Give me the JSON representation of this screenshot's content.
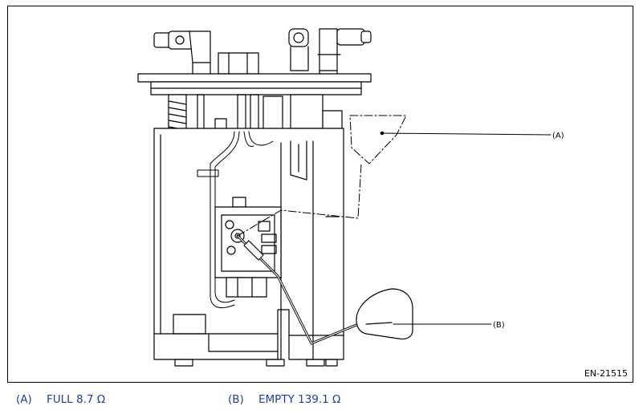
{
  "diagram": {
    "figure_id": "EN-21515",
    "callouts": {
      "a": "(A)",
      "b": "(B)"
    }
  },
  "legend": [
    {
      "tag": "(A)",
      "text": "FULL 8.7 Ω"
    },
    {
      "tag": "(B)",
      "text": "EMPTY 139.1 Ω"
    }
  ],
  "colors": {
    "legend_text": "#1f3f9a",
    "line": "#000000",
    "frame": "#000000"
  }
}
